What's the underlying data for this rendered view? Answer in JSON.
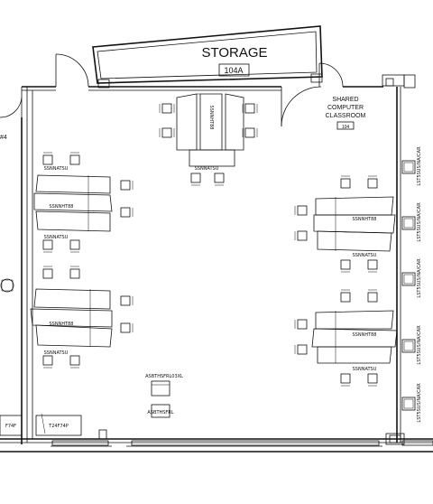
{
  "storage": {
    "title": "STORAGE",
    "room_number": "104A"
  },
  "shared_room": {
    "line1": "SHARED",
    "line2": "COMPUTER",
    "line3": "CLASSROOM",
    "room_number": "104"
  },
  "partial_label_left": "#4",
  "table_label": "SSNNHT88",
  "chair_label": "SSNNATSU",
  "right_wall_label": "LST5SUS/NA/CAR",
  "bottom_tables": [
    "F74F",
    "T24F74P"
  ],
  "center_station_label": "ASBTHSFRL03XL",
  "center_station_label_2": "ASBTHSFRL"
}
